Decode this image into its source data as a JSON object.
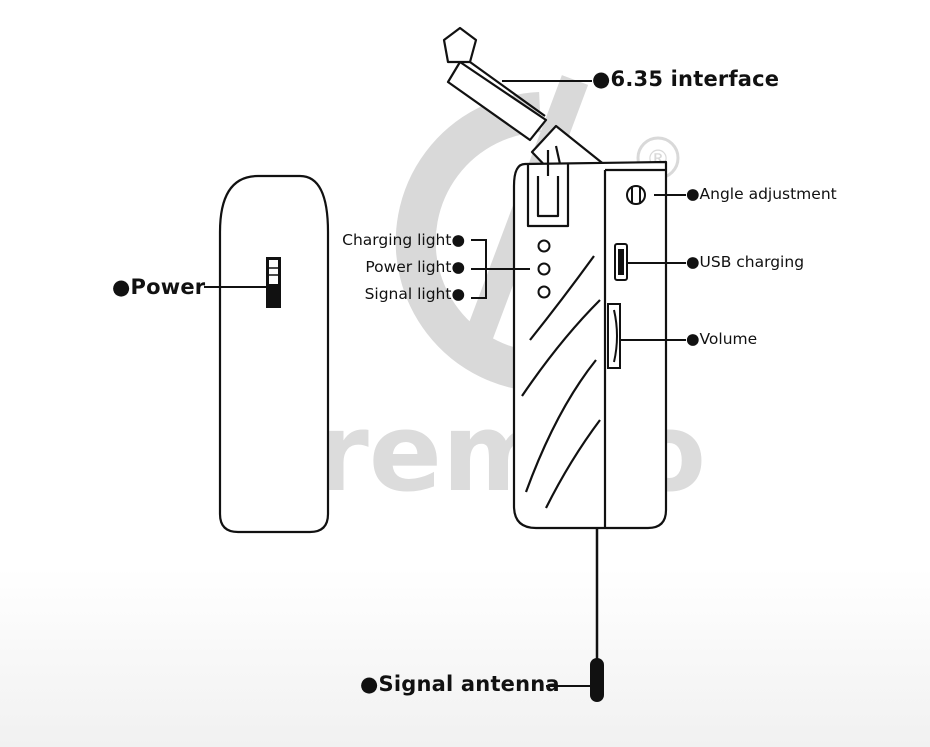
{
  "watermark": {
    "brand": "Drembo",
    "registered": "®"
  },
  "labels": {
    "interface": "6.35 interface",
    "angle": "Angle adjustment",
    "usb": "USB charging",
    "volume": "Volume",
    "power": "Power",
    "charging_light": "Charging light",
    "power_light": "Power light",
    "signal_light": "Signal light",
    "antenna": "Signal antenna"
  },
  "colors": {
    "line": "#111111",
    "watermark": "#d9d9d9",
    "background": "#ffffff"
  }
}
